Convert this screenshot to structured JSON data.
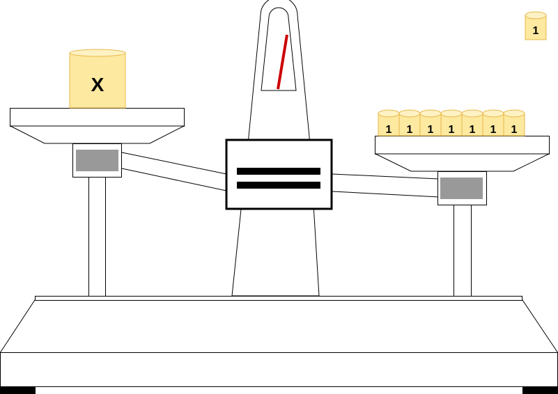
{
  "left_pan": {
    "unknown_label": "X"
  },
  "right_pan": {
    "weight_labels": [
      "1",
      "1",
      "1",
      "1",
      "1",
      "1",
      "1"
    ]
  },
  "spare_weight": {
    "label": "1"
  },
  "indicator": {
    "symbol": "equals"
  },
  "colors": {
    "weight_fill": "#fde9a0",
    "weight_top": "#fef2c4",
    "weight_stroke": "#e8b84a",
    "needle": "#cc0000",
    "slot": "#999999",
    "foot": "#000000"
  }
}
